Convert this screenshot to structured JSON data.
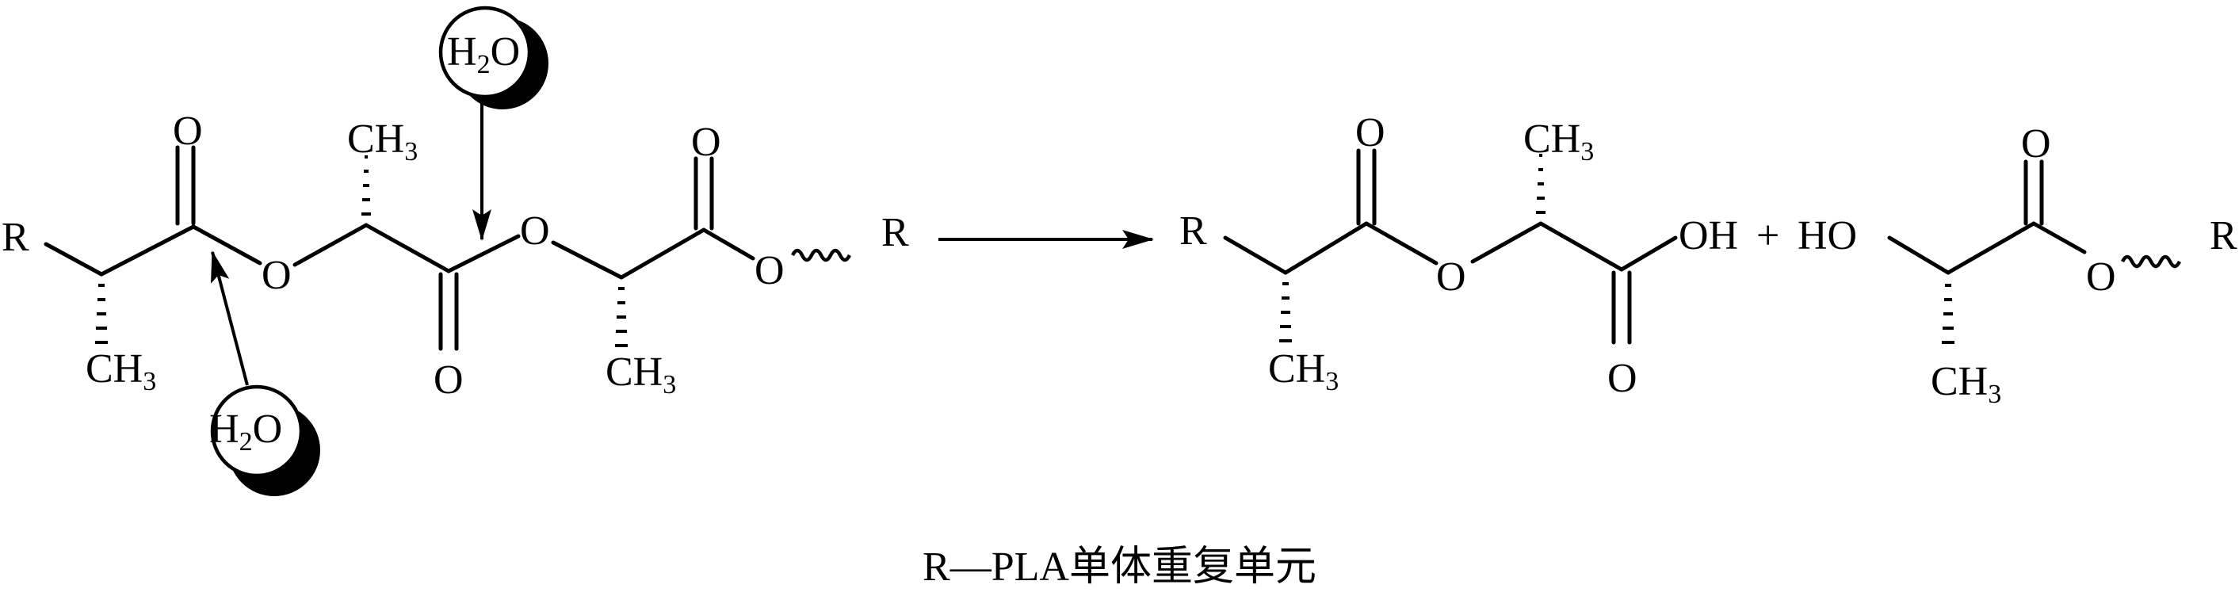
{
  "atoms": {
    "R": "R",
    "O": "O",
    "OH": "OH",
    "HO": "HO",
    "CH": "CH",
    "sub3": "3",
    "H": "H",
    "sub2": "2",
    "plus": "+"
  },
  "caption": "R—PLA单体重复单元"
}
